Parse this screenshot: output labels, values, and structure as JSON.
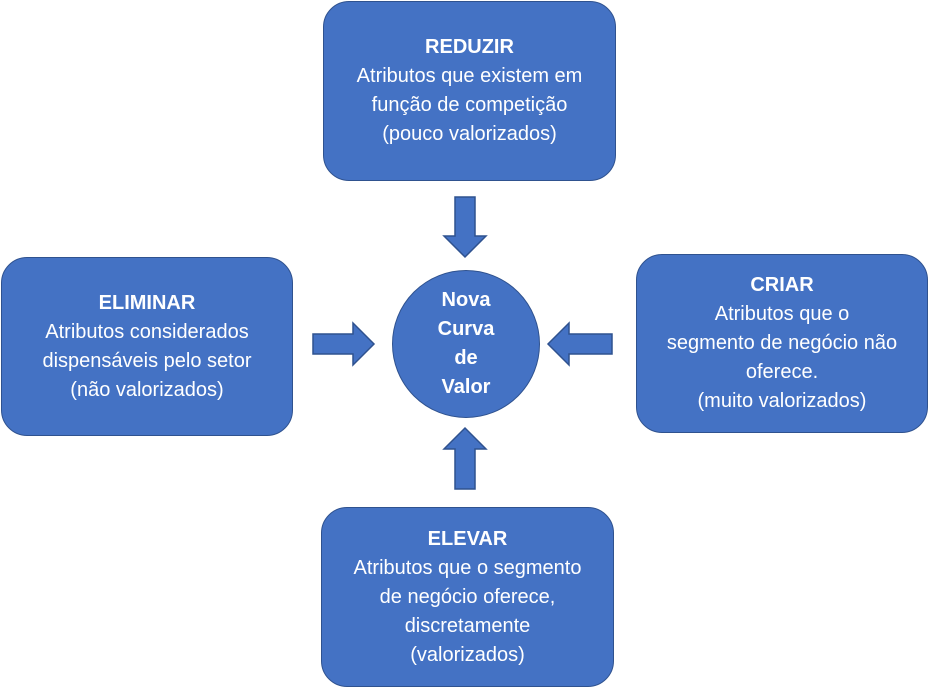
{
  "colors": {
    "fill": "#4472C4",
    "border": "#2F528F",
    "text": "#FFFFFF"
  },
  "center": {
    "lines": [
      "Nova",
      "Curva",
      "de",
      "Valor"
    ]
  },
  "boxes": {
    "reduzir": {
      "title": "REDUZIR",
      "lines": [
        "Atributos que existem em",
        "função de competição",
        "(pouco valorizados)"
      ]
    },
    "eliminar": {
      "title": "ELIMINAR",
      "lines": [
        "Atributos considerados",
        "dispensáveis pelo setor",
        "(não valorizados)"
      ]
    },
    "criar": {
      "title": "CRIAR",
      "lines": [
        "Atributos que o",
        "segmento de negócio não",
        "oferece.",
        "(muito valorizados)"
      ]
    },
    "elevar": {
      "title": "ELEVAR",
      "lines": [
        "Atributos que o segmento",
        "de negócio oferece,",
        "discretamente",
        "(valorizados)"
      ]
    }
  }
}
